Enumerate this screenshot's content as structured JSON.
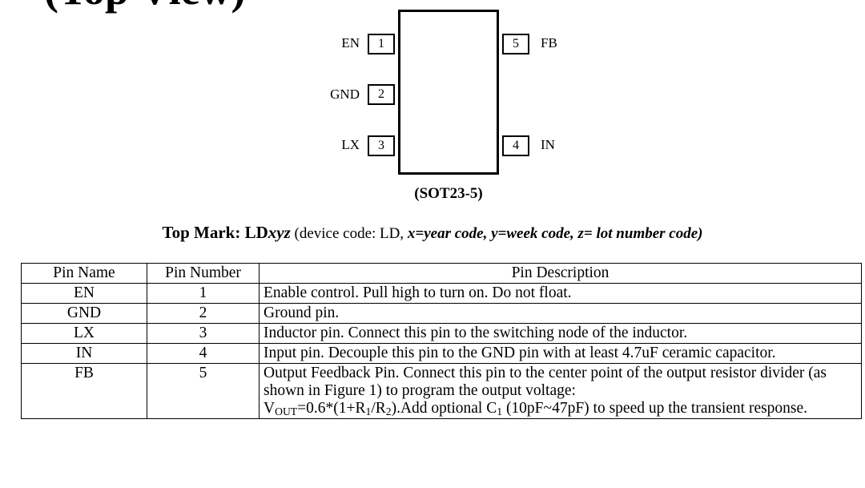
{
  "heading_fragment": "(Top View)",
  "diagram": {
    "package_label": "(SOT23-5)",
    "pins": [
      {
        "number": "1",
        "name": "EN"
      },
      {
        "number": "2",
        "name": "GND"
      },
      {
        "number": "3",
        "name": "LX"
      },
      {
        "number": "4",
        "name": "IN"
      },
      {
        "number": "5",
        "name": "FB"
      }
    ]
  },
  "top_mark": {
    "label": "Top Mark: LD",
    "code": "xyz",
    "desc_start": " (device code: LD, ",
    "x_key": "x",
    "x_desc": "=year code, ",
    "y_key": "y",
    "y_desc": "=week code, ",
    "z_key": "z",
    "z_desc": "= lot number code)"
  },
  "table": {
    "headers": [
      "Pin Name",
      "Pin Number",
      "Pin Description"
    ],
    "rows": [
      {
        "name": "EN",
        "number": "1",
        "description": "Enable control. Pull high to turn on. Do not float."
      },
      {
        "name": "GND",
        "number": "2",
        "description": "Ground pin."
      },
      {
        "name": "LX",
        "number": "3",
        "description": "Inductor pin. Connect this pin to the switching node of the inductor."
      },
      {
        "name": "IN",
        "number": "4",
        "description": "Input pin. Decouple this pin to the GND pin with at least 4.7uF ceramic capacitor."
      },
      {
        "name": "FB",
        "number": "5",
        "description_lead": "Output Feedback Pin. Connect this pin to the center point of the output resistor divider (as shown in Figure 1) to program the output voltage:",
        "formula": {
          "v": "V",
          "v_sub": "OUT",
          "eq": "=0.6*(1+R",
          "r1_sub": "1",
          "slash": "/R",
          "r2_sub": "2",
          "tail": ").Add optional C",
          "c_sub": "1",
          "end": " (10pF~47pF) to speed up the transient response."
        }
      }
    ]
  }
}
